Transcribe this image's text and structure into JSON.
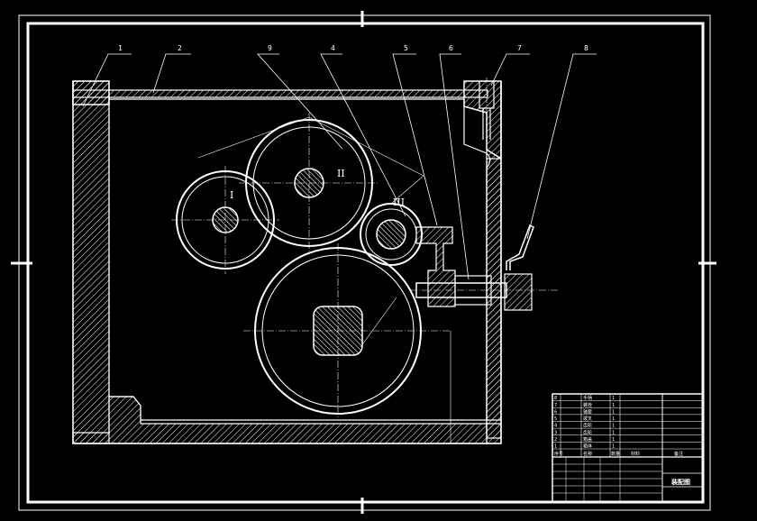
{
  "callouts": [
    "1",
    "2",
    "9",
    "4",
    "5",
    "6",
    "7",
    "8"
  ],
  "shaft_labels": [
    "I",
    "II",
    "III"
  ],
  "title_block": {
    "drawing_title": "装配图",
    "marker": "备注",
    "rows": [
      {
        "no": "8",
        "name": "手柄",
        "qty": "1"
      },
      {
        "no": "7",
        "name": "螺栓",
        "qty": "1"
      },
      {
        "no": "6",
        "name": "轴套",
        "qty": "1"
      },
      {
        "no": "5",
        "name": "拨叉",
        "qty": "1"
      },
      {
        "no": "4",
        "name": "齿轮",
        "qty": "1"
      },
      {
        "no": "3",
        "name": "齿轮",
        "qty": "1"
      },
      {
        "no": "2",
        "name": "箱盖",
        "qty": "1"
      },
      {
        "no": "1",
        "name": "箱体",
        "qty": "1"
      }
    ],
    "header": {
      "no": "序号",
      "name": "名称",
      "qty": "数量",
      "material": "材料"
    }
  },
  "colors": {
    "background": "#000000",
    "line": "#ffffff"
  }
}
